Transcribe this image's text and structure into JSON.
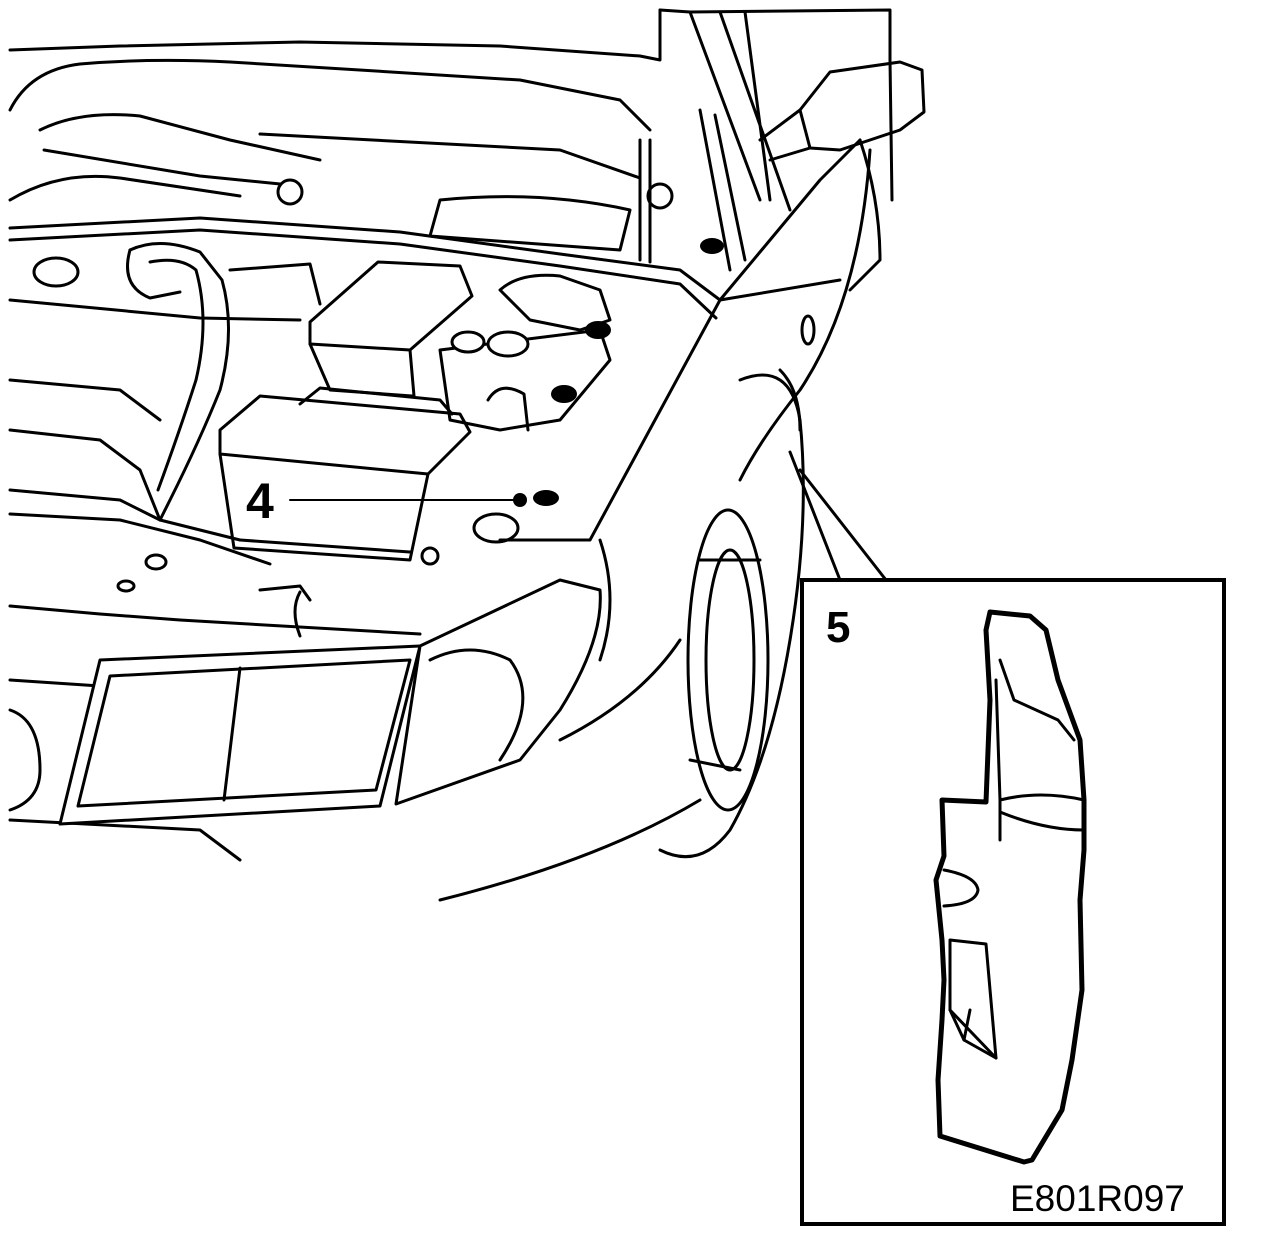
{
  "callouts": {
    "part_4": "4",
    "part_5": "5"
  },
  "figure_reference": "E801R097",
  "icons": [
    "car-engine-bay-illustration",
    "bumper-bracket-inset-illustration"
  ],
  "colors": {
    "line": "#000000",
    "background": "#ffffff"
  }
}
